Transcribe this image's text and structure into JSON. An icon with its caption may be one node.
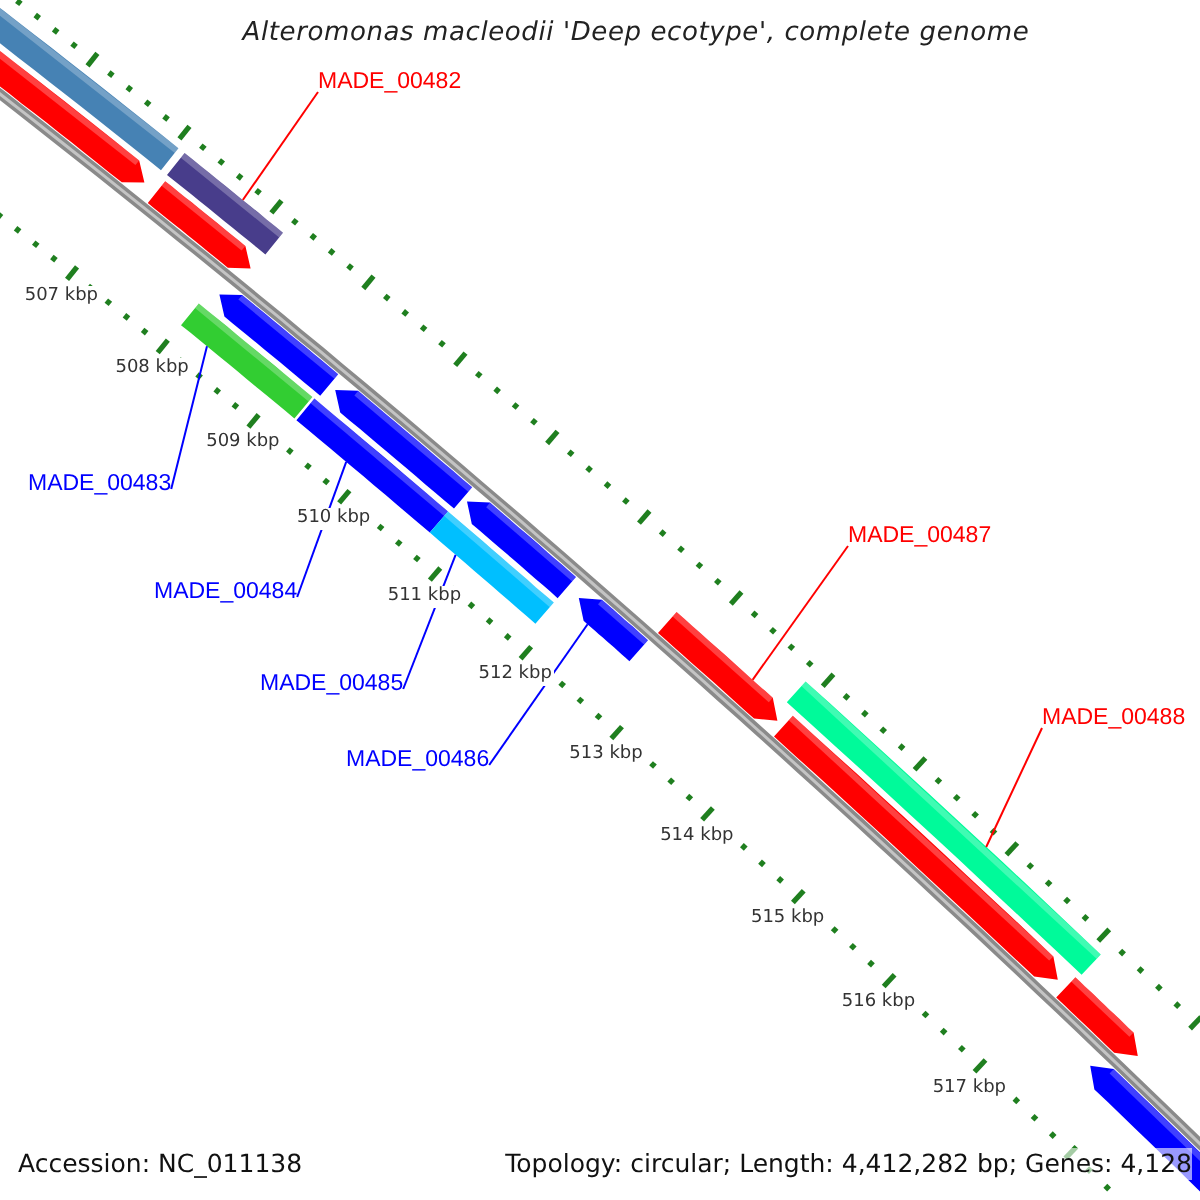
{
  "diagram": {
    "title": "Alteromonas macleodii 'Deep ecotype', complete genome",
    "nodes": [
      {
        "text": [
          "MADE_00482"
        ]
      },
      {
        "text": [],
        "shape": "bar"
      },
      {
        "text": [
          "MADE_00483"
        ]
      },
      {
        "text": [],
        "shape": "bar"
      },
      {
        "text": [
          "MADE_00484"
        ]
      },
      {
        "text": [],
        "shape": "bar"
      },
      {
        "text": [
          "MADE_00485"
        ]
      },
      {
        "text": [],
        "shape": "bar"
      },
      {
        "text": [
          "MADE_00486"
        ]
      },
      {
        "text": [],
        "shape": "bar"
      },
      {
        "text": [
          "MADE_00487"
        ]
      },
      {
        "text": [],
        "shape": "bar"
      },
      {
        "text": [
          "MADE_00488"
        ]
      },
      {
        "text": [],
        "shape": "bar"
      }
    ],
    "edges": [
      {
        "from": 0,
        "to": 1,
        "arrow": "none",
        "color": "#ff0000"
      },
      {
        "from": 2,
        "to": 3,
        "arrow": "none",
        "color": "#0000ff"
      },
      {
        "from": 4,
        "to": 5,
        "arrow": "none",
        "color": "#0000ff"
      },
      {
        "from": 6,
        "to": 7,
        "arrow": "none",
        "color": "#0000ff"
      },
      {
        "from": 8,
        "to": 9,
        "arrow": "none",
        "color": "#0000ff"
      },
      {
        "from": 10,
        "to": 11,
        "arrow": "none",
        "color": "#ff0000"
      },
      {
        "from": 12,
        "to": 13,
        "arrow": "none",
        "color": "#ff0000"
      }
    ],
    "labels": [
      "507 kbp",
      "508 kbp",
      "509 kbp",
      "510 kbp",
      "511 kbp",
      "512 kbp",
      "513 kbp",
      "514 kbp",
      "515 kbp",
      "516 kbp",
      "517 kbp",
      "Accession: NC_011138",
      "Topology: circular; Length: 4,412,282 bp; Genes: 4,128"
    ]
  }
}
